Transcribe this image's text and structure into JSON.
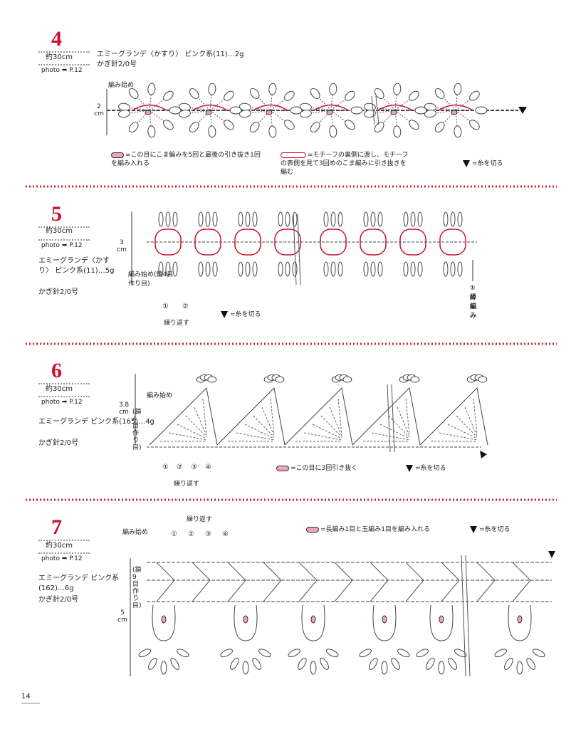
{
  "page_number": "14",
  "patterns": [
    {
      "number": "4",
      "length": "約30cm",
      "photo": "photo ➡ P.12",
      "yarn_line1": "エミーグランデ〈かすり〉 ピンク系(11)…2g",
      "hook": "かぎ針2/0号",
      "start_label": "編み始め",
      "height_label": "2 cm",
      "legend_dot": "=この目にこま編みを5回と最後の引き抜き1回を編み入れる",
      "legend_chain": "=モチーフの裏側に渡し、モチーフの表側を見て3回めのこま編みに引き抜きを編む",
      "legend_cut": "=糸を切る"
    },
    {
      "number": "5",
      "length": "約30cm",
      "photo": "photo ➡ P.12",
      "yarn": "エミーグランデ〈かすり〉 ピンク系(11)…5g",
      "hook": "かぎ針2/0号",
      "height_label": "3 cm",
      "start_label": "編み始め(鎖4目作り目)",
      "repeat_nums": [
        "①",
        "②"
      ],
      "repeat_label": "繰り返す",
      "edge_label": "①縁編み",
      "legend_cut": "=糸を切る"
    },
    {
      "number": "6",
      "length": "約30cm",
      "photo": "photo ➡ P.12",
      "yarn": "エミーグランデ ピンク系(165)…4g",
      "hook": "かぎ針2/0号",
      "height_label": "3.8 cm",
      "start_label": "編み始め",
      "foundation_label": "(鎖4目作り目)",
      "repeat_nums": [
        "①",
        "②",
        "③",
        "④"
      ],
      "repeat_label": "繰り返す",
      "legend_dot": "=この目に3回引き抜く",
      "legend_cut": "=糸を切る"
    },
    {
      "number": "7",
      "length": "約30cm",
      "photo": "photo ➡ P.12",
      "yarn": "エミーグランデ ピンク系(162)…6g",
      "hook": "かぎ針2/0号",
      "height_label": "5 cm",
      "start_label": "編み始め",
      "foundation_label": "(鎖9目作り目)",
      "repeat_nums": [
        "①",
        "②",
        "③",
        "④"
      ],
      "repeat_label": "繰り返す",
      "legend_dot": "=長編み1目と玉編み1目を編み入れる",
      "legend_cut": "=糸を切る"
    }
  ],
  "colors": {
    "accent_red": "#c8102e",
    "pink_mark": "#f2a3b3",
    "line": "#333333"
  }
}
